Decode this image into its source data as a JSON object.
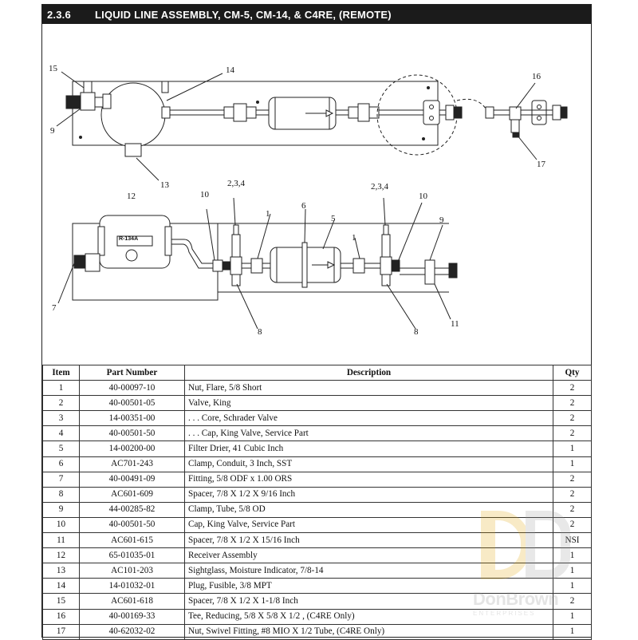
{
  "header": {
    "section": "2.3.6",
    "title": "LIQUID LINE ASSEMBLY, CM-5, CM-14, & C4RE, (REMOTE)"
  },
  "diagram": {
    "top_callouts": [
      "15",
      "14",
      "9",
      "13",
      "16",
      "17"
    ],
    "bottom_callouts": [
      "12",
      "10",
      "2,3,4",
      "1",
      "6",
      "5",
      "1",
      "2,3,4",
      "10",
      "9",
      "7",
      "8",
      "8",
      "11"
    ],
    "refrigerant_label": "R-134A"
  },
  "table": {
    "headers": [
      "Item",
      "Part Number",
      "Description",
      "Qty"
    ],
    "rows": [
      {
        "item": "1",
        "part": "40-00097-10",
        "desc": "Nut, Flare, 5/8 Short",
        "qty": "2"
      },
      {
        "item": "2",
        "part": "40-00501-05",
        "desc": "Valve, King",
        "qty": "2"
      },
      {
        "item": "3",
        "part": "14-00351-00",
        "desc": ". . . Core, Schrader Valve",
        "qty": "2"
      },
      {
        "item": "4",
        "part": "40-00501-50",
        "desc": ". . . Cap, King Valve, Service Part",
        "qty": "2"
      },
      {
        "item": "5",
        "part": "14-00200-00",
        "desc": "Filter Drier, 41 Cubic Inch",
        "qty": "1"
      },
      {
        "item": "6",
        "part": "AC701-243",
        "desc": "Clamp, Conduit, 3 Inch, SST",
        "qty": "1"
      },
      {
        "item": "7",
        "part": "40-00491-09",
        "desc": "Fitting, 5/8 ODF x 1.00 ORS",
        "qty": "2"
      },
      {
        "item": "8",
        "part": "AC601-609",
        "desc": "Spacer, 7/8 X 1/2 X 9/16 Inch",
        "qty": "2"
      },
      {
        "item": "9",
        "part": "44-00285-82",
        "desc": "Clamp, Tube, 5/8 OD",
        "qty": "2"
      },
      {
        "item": "10",
        "part": "40-00501-50",
        "desc": "Cap, King Valve, Service Part",
        "qty": "2"
      },
      {
        "item": "11",
        "part": "AC601-615",
        "desc": "Spacer, 7/8 X 1/2 X 15/16 Inch",
        "qty": "NSI"
      },
      {
        "item": "12",
        "part": "65-01035-01",
        "desc": "Receiver Assembly",
        "qty": "1"
      },
      {
        "item": "13",
        "part": "AC101-203",
        "desc": "Sightglass, Moisture Indicator, 7/8-14",
        "qty": "1"
      },
      {
        "item": "14",
        "part": "14-01032-01",
        "desc": "Plug, Fusible, 3/8 MPT",
        "qty": "1"
      },
      {
        "item": "15",
        "part": "AC601-618",
        "desc": "Spacer, 7/8 X 1/2 X 1-1/8 Inch",
        "qty": "2"
      },
      {
        "item": "16",
        "part": "40-00169-33",
        "desc": "Tee, Reducing, 5/8 X 5/8 X 1/2 , (C4RE Only)",
        "qty": "1"
      },
      {
        "item": "17",
        "part": "40-62032-02",
        "desc": "Nut, Swivel Fitting, #8 MIO X 1/2 Tube, (C4RE Only)",
        "qty": "1"
      }
    ]
  },
  "watermark": {
    "brand": "DonBrown",
    "sub": "ENTERPRISES"
  }
}
